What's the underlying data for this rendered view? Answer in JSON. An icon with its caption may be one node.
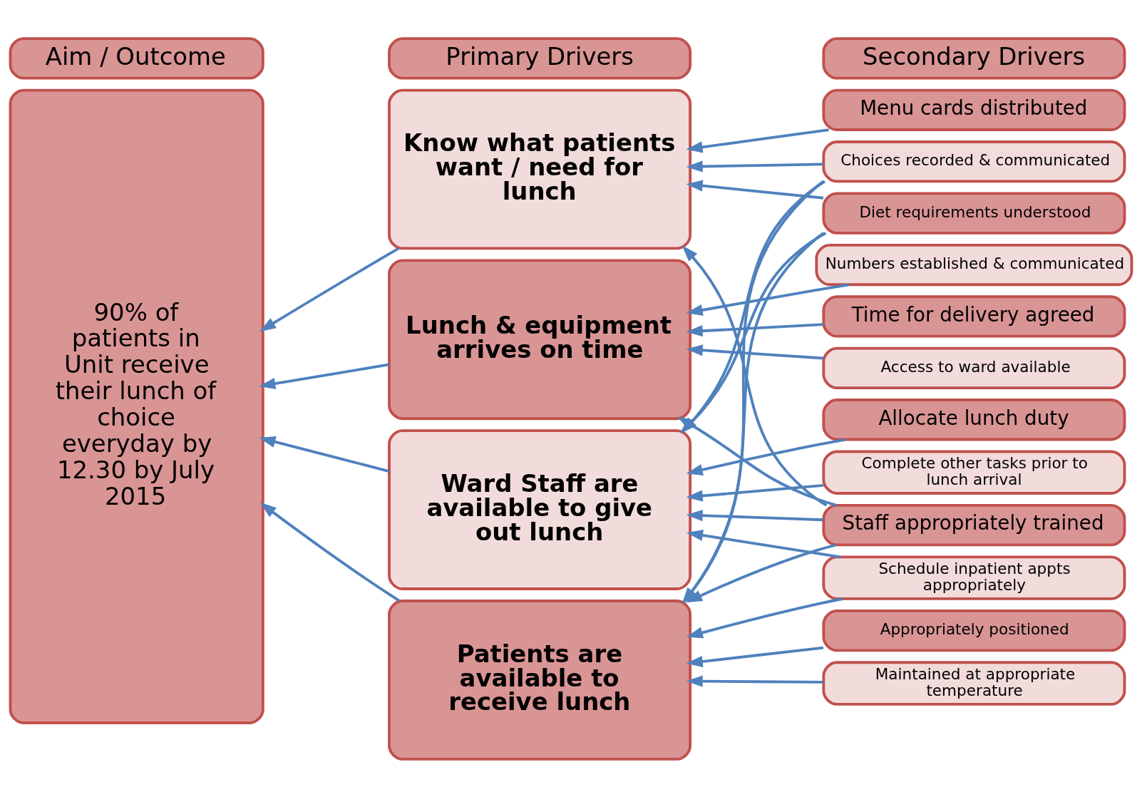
{
  "diagram": {
    "nodes": [
      {
        "text": [
          "Aim / Outcome"
        ]
      },
      {
        "text": [
          "Primary Drivers"
        ]
      },
      {
        "text": [
          "Secondary Drivers"
        ]
      },
      {
        "text": [
          "90% of patients in Unit receive their lunch of choice everyday by 12.30 by July 2015"
        ]
      },
      {
        "text": [
          "Know what patients want / need for lunch"
        ]
      },
      {
        "text": [
          "Lunch & equipment arrives on time"
        ]
      },
      {
        "text": [
          "Ward Staff are available to give out lunch"
        ]
      },
      {
        "text": [
          "Patients are available to receive lunch"
        ]
      },
      {
        "text": [
          "Menu cards distributed"
        ]
      },
      {
        "text": [
          "Choices recorded & communicated"
        ]
      },
      {
        "text": [
          "Diet requirements understood"
        ]
      },
      {
        "text": [
          "Numbers established & communicated"
        ]
      },
      {
        "text": [
          "Time for delivery agreed"
        ]
      },
      {
        "text": [
          "Access to ward available"
        ]
      },
      {
        "text": [
          "Allocate lunch duty"
        ]
      },
      {
        "text": [
          "Complete other tasks prior to lunch arrival"
        ]
      },
      {
        "text": [
          "Staff appropriately trained"
        ]
      },
      {
        "text": [
          "Schedule inpatient appts appropriately"
        ]
      },
      {
        "text": [
          "Appropriately positioned"
        ]
      },
      {
        "text": [
          "Maintained at appropriate temperature"
        ]
      }
    ],
    "edges": [
      {
        "from": 4,
        "to": 3,
        "arrow": "to"
      },
      {
        "from": 5,
        "to": 3,
        "arrow": "to"
      },
      {
        "from": 6,
        "to": 3,
        "arrow": "to"
      },
      {
        "from": 7,
        "to": 3,
        "arrow": "to"
      },
      {
        "from": 8,
        "to": 4,
        "arrow": "to"
      },
      {
        "from": 9,
        "to": 4,
        "arrow": "to"
      },
      {
        "from": 10,
        "to": 4,
        "arrow": "to"
      },
      {
        "from": 9,
        "to": 6,
        "arrow": "to"
      },
      {
        "from": 10,
        "to": 6,
        "arrow": "to"
      },
      {
        "from": 9,
        "to": 7,
        "arrow": "to"
      },
      {
        "from": 10,
        "to": 7,
        "arrow": "to"
      },
      {
        "from": 11,
        "to": 5,
        "arrow": "to"
      },
      {
        "from": 12,
        "to": 5,
        "arrow": "to"
      },
      {
        "from": 13,
        "to": 5,
        "arrow": "to"
      },
      {
        "from": 14,
        "to": 6,
        "arrow": "to"
      },
      {
        "from": 15,
        "to": 6,
        "arrow": "to"
      },
      {
        "from": 16,
        "to": 6,
        "arrow": "to"
      },
      {
        "from": 16,
        "to": 4,
        "arrow": "to"
      },
      {
        "from": 16,
        "to": 5,
        "arrow": "to"
      },
      {
        "from": 16,
        "to": 7,
        "arrow": "to"
      },
      {
        "from": 17,
        "to": 6,
        "arrow": "to"
      },
      {
        "from": 17,
        "to": 7,
        "arrow": "to"
      },
      {
        "from": 18,
        "to": 7,
        "arrow": "to"
      },
      {
        "from": 19,
        "to": 7,
        "arrow": "to"
      }
    ]
  }
}
